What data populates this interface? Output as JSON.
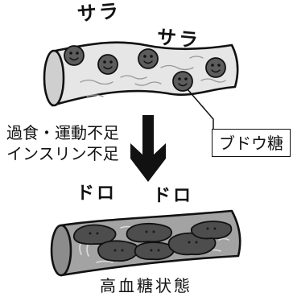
{
  "top_vessel": {
    "sound_1": "サラ",
    "sound_2": "サラ",
    "molecule_label": "ブドウ糖"
  },
  "causes": [
    "過食・運動不足",
    "インスリン不足"
  ],
  "bottom_vessel": {
    "sound_1": "ドロ",
    "sound_2": "ドロ",
    "caption": "高血糖状態"
  },
  "colors": {
    "ink": "#111111",
    "vessel_fill": "#e6e6e6",
    "vessel_opening": "#cfcfcf",
    "texture": "#9a9a9a",
    "texture_light": "#dcdcdc",
    "glucose_fill": "#5c5c5c",
    "clogged_fill": "#a3a3a3",
    "clogged_opening": "#8c8c8c",
    "clump_fill": "#4d4d4d"
  }
}
